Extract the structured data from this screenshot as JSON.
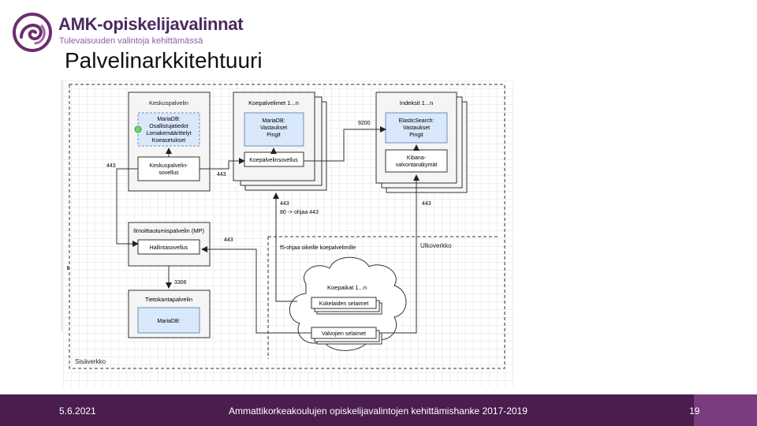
{
  "header": {
    "brand_title": "AMK-opiskelijavalinnat",
    "brand_subtitle": "Tulevaisuuden valintoja kehittämässä",
    "slide_title": "Palvelinarkkitehtuuri"
  },
  "diagram": {
    "keskuspalvelin": {
      "title": "Keskuspalvelin",
      "db_lines": [
        "MariaDB:",
        "Osallistujatiedot",
        "Lomakemäärittelyt",
        "Koeasetukset"
      ],
      "app_lines": [
        "Keskuspalvelin-",
        "sovellus"
      ]
    },
    "koepalvelimet": {
      "title": "Koepalvelimet 1...n",
      "db_lines": [
        "MariaDB:",
        "Vastaukset",
        "Pingit"
      ],
      "app_label": "Koepalvelinsovellus"
    },
    "indeksit": {
      "title": "Indeksit 1...n",
      "db_lines": [
        "ElasticSearch:",
        "Vastaukset",
        "Pingit"
      ],
      "app_lines": [
        "Kibana-",
        "valvontanäkymät"
      ]
    },
    "ilmoittautumis": {
      "title": "Ilmoittautumispalvelin (MP)",
      "app_label": "Hallintasovellus"
    },
    "tietokanta": {
      "title": "Tietokantapalvelin",
      "db_label": "MariaDB:"
    },
    "koepaikat": {
      "title": "Koepaikat 1...n",
      "kokelaat": "Kokelaiden selaimet",
      "valvojat": "Valvojien selaimet"
    },
    "ports": {
      "p9200": "9200",
      "p443_left": "443",
      "p443_mid": "443",
      "p443_redirect_1": "443",
      "p443_redirect_2": "80 -> ohjaa 443",
      "p443_right": "443",
      "p443_mp": "443",
      "p3306": "3306"
    },
    "f5_label": "f5-ohjaa oikeille koepalvelimille",
    "ulkoverkko": "Ulkoverkko",
    "sisaverkko": "Sisäverkko"
  },
  "footer": {
    "date": "5.6.2021",
    "project": "Ammattikorkeakoulujen opiskelijavalintojen kehittämishanke 2017-2019",
    "page_number": "19"
  },
  "colors": {
    "brand_purple": "#4a2a60",
    "footer_bg": "#4a1d4e",
    "footer_accent": "#7b3c7f",
    "db_fill": "#dae8fc",
    "db_stroke": "#6c8ebf",
    "container_fill": "#f5f5f5"
  }
}
